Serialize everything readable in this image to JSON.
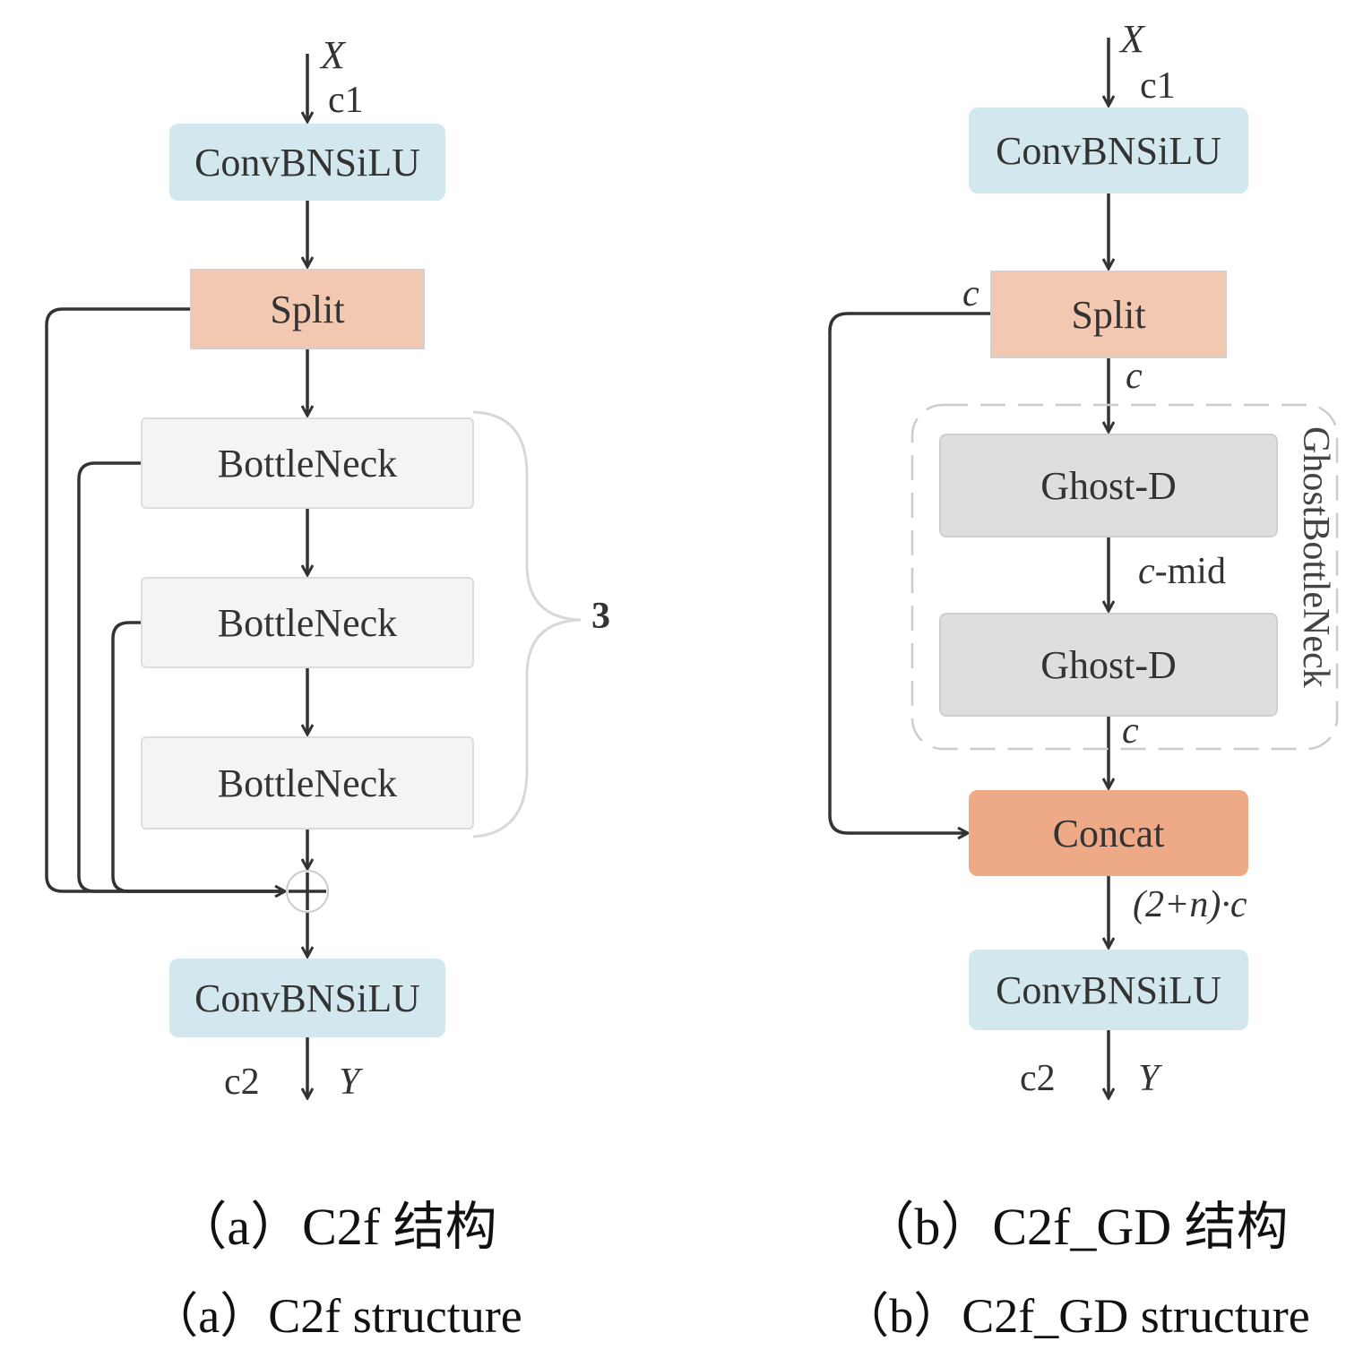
{
  "panel_a": {
    "input_label": "X",
    "input_channel": "c1",
    "conv_top": "ConvBNSiLU",
    "split": "Split",
    "bottlenecks": [
      "BottleNeck",
      "BottleNeck",
      "BottleNeck"
    ],
    "repeat_count": "3",
    "sum_symbol": "+",
    "conv_bottom": "ConvBNSiLU",
    "output_channel": "c2",
    "output_label": "Y",
    "caption_zh": "（a）C2f 结构",
    "caption_en": "（a）C2f structure"
  },
  "panel_b": {
    "input_label": "X",
    "input_channel": "c1",
    "conv_top": "ConvBNSiLU",
    "split_side_label": "c",
    "split": "Split",
    "split_out_label": "c",
    "ghost_blocks": [
      "Ghost-D",
      "Ghost-D"
    ],
    "mid_label_italic": "c",
    "mid_label_rest": "-mid",
    "ghost_out_label": "c",
    "group_label": "GhostBottleNeck",
    "concat": "Concat",
    "concat_out_label": "(2+n)·c",
    "conv_bottom": "ConvBNSiLU",
    "output_channel": "c2",
    "output_label": "Y",
    "caption_zh": "（b）C2f_GD 结构",
    "caption_en": "（b）C2f_GD structure"
  }
}
